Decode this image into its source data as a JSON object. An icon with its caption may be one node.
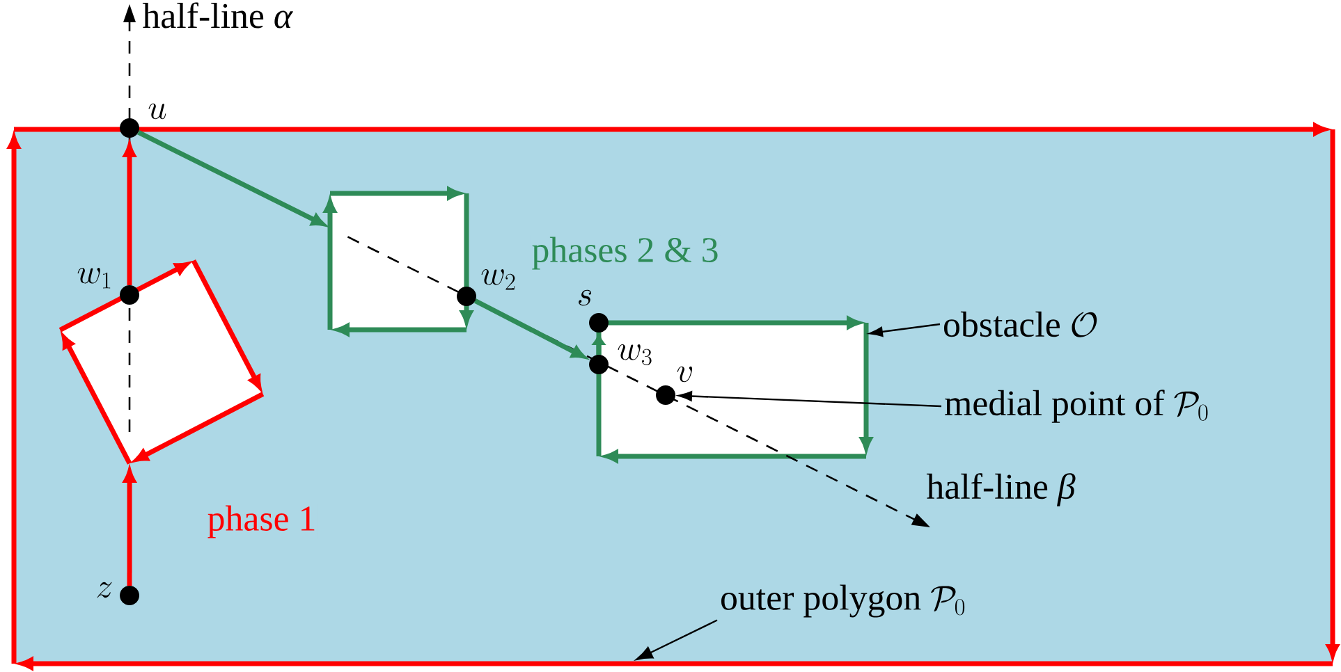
{
  "diagram": {
    "nodes": [
      {
        "text": [],
        "shape": "box"
      },
      {
        "text": [],
        "shape": "circle",
        "beside": [
          "u"
        ]
      },
      {
        "text": [],
        "shape": "box",
        "in": 0
      },
      {
        "text": [],
        "shape": "circle",
        "beside": [
          "w_1"
        ],
        "in": 2
      },
      {
        "text": [],
        "shape": "circle",
        "beside": [
          "z"
        ],
        "in": 0
      },
      {
        "text": [],
        "shape": "box",
        "in": 0
      },
      {
        "text": [],
        "shape": "circle",
        "beside": [
          "w_2"
        ],
        "in": 0
      },
      {
        "text": [],
        "shape": "box",
        "in": 0
      },
      {
        "text": [],
        "shape": "circle",
        "beside": [
          "s"
        ],
        "in": 0
      },
      {
        "text": [],
        "shape": "circle",
        "beside": [
          "w_3"
        ],
        "in": 0
      },
      {
        "text": [],
        "shape": "circle",
        "beside": [
          "v"
        ],
        "in": 7
      },
      {
        "text": [
          "\\mbox{obstacle }\\mathcal{O}"
        ],
        "in": 0
      },
      {
        "text": [
          "\\mbox{medial point of }\\mathcal{P}_0"
        ],
        "in": 0
      },
      {
        "text": [
          "\\mbox{outer polygon }\\mathcal{P}_0"
        ],
        "in": 0
      }
    ],
    "edges": [
      {
        "from": 4,
        "to": 2,
        "arrow": "to",
        "color": "#ff0000"
      },
      {
        "from": 3,
        "to": 1,
        "arrow": "to",
        "color": "#ff0000"
      },
      {
        "from": 1,
        "to": 5,
        "arrow": "to",
        "color": "#2e8b57"
      },
      {
        "from": 6,
        "to": 9,
        "arrow": "to",
        "color": "#2e8b57"
      },
      {
        "from": 9,
        "to": 8,
        "arrow": "to",
        "color": "#2e8b57"
      },
      {
        "from": 11,
        "to": 7,
        "arrow": "to",
        "color": "#000000"
      },
      {
        "from": 12,
        "to": 10,
        "arrow": "to",
        "color": "#000000"
      },
      {
        "from": 13,
        "to": null,
        "arrow": "to",
        "color": "#000000"
      }
    ],
    "labels": [
      "half-line *α*",
      "phases 2 & 3",
      "half-line *β*",
      "phase 1"
    ]
  }
}
